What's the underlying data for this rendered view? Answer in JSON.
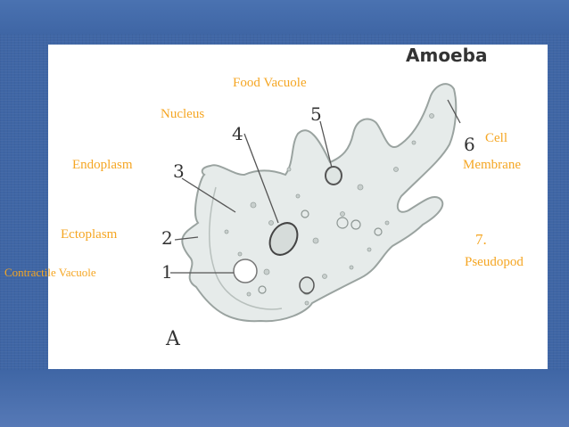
{
  "diagram": {
    "title": "Amoeba",
    "figure_letter": "A",
    "numbers": [
      "1",
      "2",
      "3",
      "4",
      "5",
      "6"
    ],
    "labels": {
      "food_vacuole": "Food Vacuole",
      "nucleus": "Nucleus",
      "endoplasm": "Endoplasm",
      "ectoplasm": "Ectoplasm",
      "contractile_vacuole": "Contractile Vacuole",
      "cell": "Cell",
      "membrane": "Membrane",
      "pseudopod_num": "7.",
      "pseudopod": "Pseudopod"
    }
  },
  "colors": {
    "background": "#3f66a5",
    "panel": "#ffffff",
    "label": "#f5a623",
    "ink": "#333333"
  }
}
